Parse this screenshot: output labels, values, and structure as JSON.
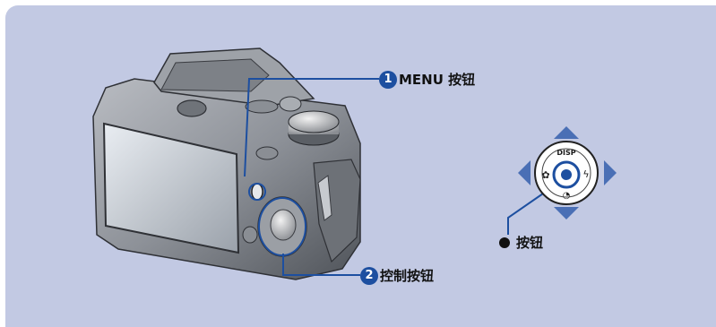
{
  "callouts": {
    "menu": {
      "number": "1",
      "label": "MENU 按钮"
    },
    "control": {
      "number": "2",
      "label": "控制按钮"
    },
    "center": {
      "label": "按钮"
    }
  },
  "control_pad": {
    "top_label": "DISP"
  },
  "colors": {
    "panel_background": "#c2c9e3",
    "accent_blue": "#1d4fa0",
    "arrow_blue": "#4a6fb5"
  }
}
